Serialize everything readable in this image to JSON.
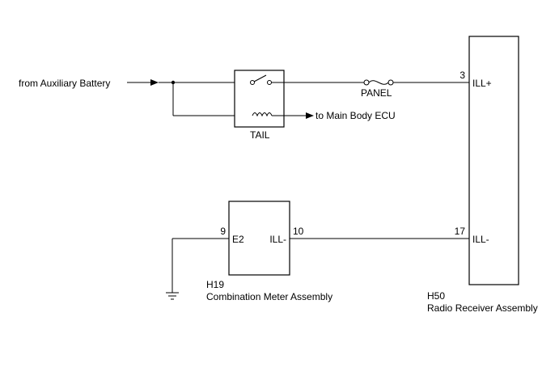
{
  "source_label": "from Auxiliary Battery",
  "relay": {
    "name": "TAIL",
    "output_label": "to Main Body ECU"
  },
  "fuse": {
    "name": "PANEL"
  },
  "radio": {
    "code": "H50",
    "name": "Radio Receiver Assembly",
    "pins": [
      {
        "number": "3",
        "label": "ILL+"
      },
      {
        "number": "17",
        "label": "ILL-"
      }
    ]
  },
  "meter": {
    "code": "H19",
    "name": "Combination Meter Assembly",
    "pins": [
      {
        "number": "9",
        "label": "E2"
      },
      {
        "number": "10",
        "label": "ILL-"
      }
    ]
  }
}
